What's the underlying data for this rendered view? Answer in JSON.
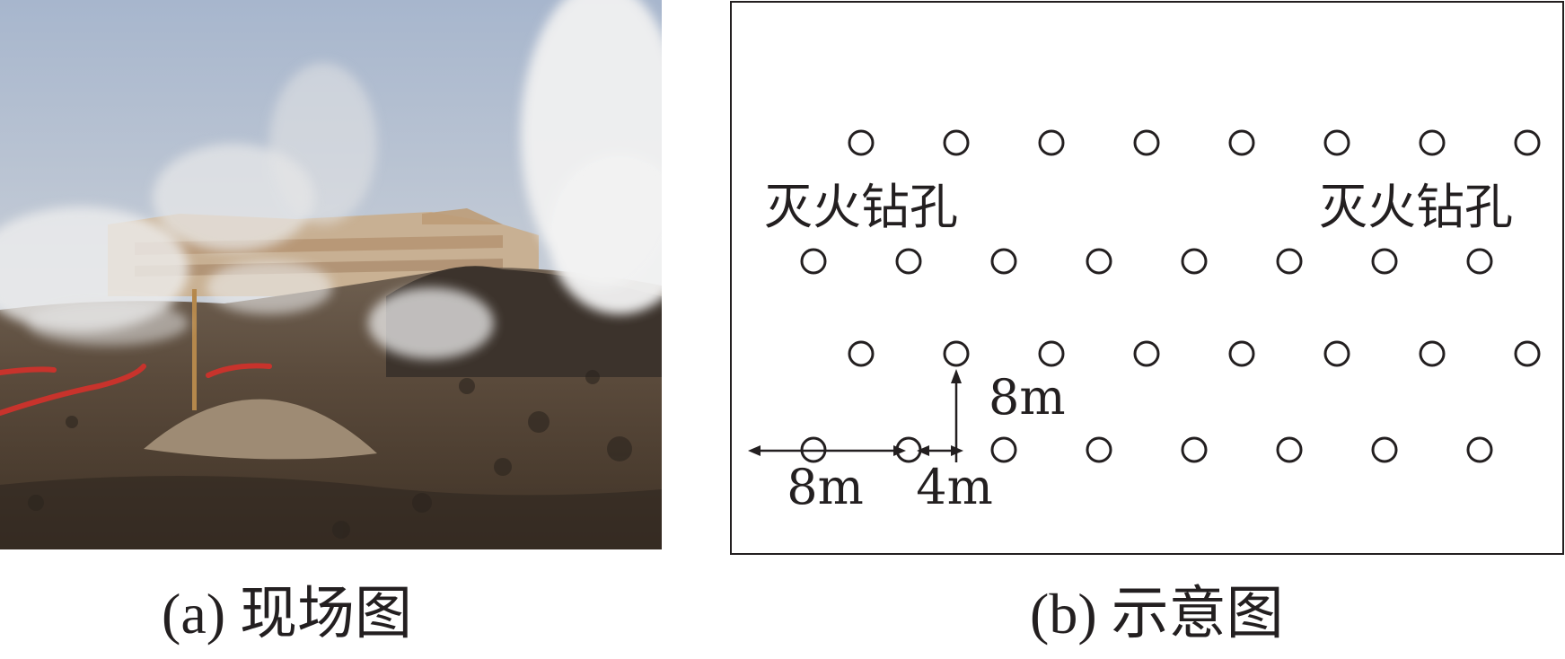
{
  "photo_panel": {
    "caption": "(a) 现场图"
  },
  "schematic_panel": {
    "caption": "(b) 示意图",
    "label_left": "灭火钻孔",
    "label_right": "灭火钻孔",
    "vertical_spacing_label": "8m",
    "horizontal_spacing_label": "8m",
    "offset_label": "4m",
    "hole_rows": [
      8,
      8,
      8,
      8
    ],
    "colors": {
      "stroke": "#231f20",
      "background": "#ffffff"
    }
  }
}
